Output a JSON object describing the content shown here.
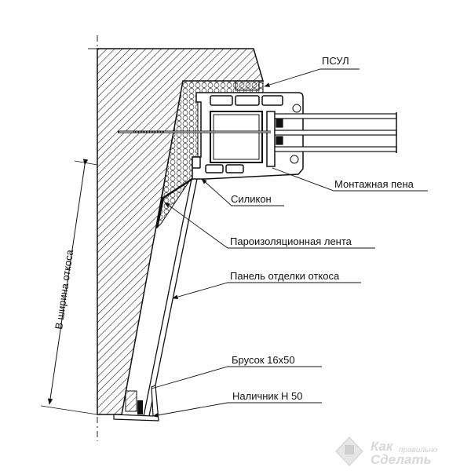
{
  "labels": {
    "psul": "ПСУЛ",
    "foam": "Монтажная пена",
    "silicone": "Силикон",
    "vapor_tape": "Пароизоляционная лента",
    "slope_panel": "Панель отделки откоса",
    "bar": "Брусок 16х50",
    "casing": "Наличник Н 50",
    "dimension": "В ширина откоса"
  },
  "logo": {
    "line1": "Как",
    "line2": "правильно",
    "line3": "Сделать"
  }
}
